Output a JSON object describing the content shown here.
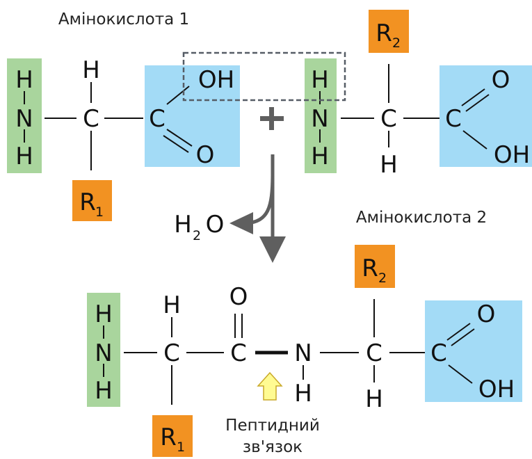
{
  "labels": {
    "amino1": "Амінокислота 1",
    "amino2": "Амінокислота 2",
    "peptide_line1": "Пептидний",
    "peptide_line2": "зв'язок"
  },
  "atoms": {
    "H": "H",
    "N": "N",
    "C": "C",
    "O": "O",
    "OH": "OH",
    "R": "R",
    "r1_sub": "1",
    "r2_sub": "2",
    "water_h": "H",
    "water_sub": "2",
    "water_o": "O",
    "plus": "+"
  },
  "colors": {
    "amine_box": "#a9d59d",
    "carboxyl_box": "#a3dbf6",
    "r_box": "#f29222",
    "arrow": "#5f5f5f",
    "marker_fill": "#fffb92",
    "marker_stroke": "#c9a92a",
    "dashed_box": "#565d66"
  }
}
